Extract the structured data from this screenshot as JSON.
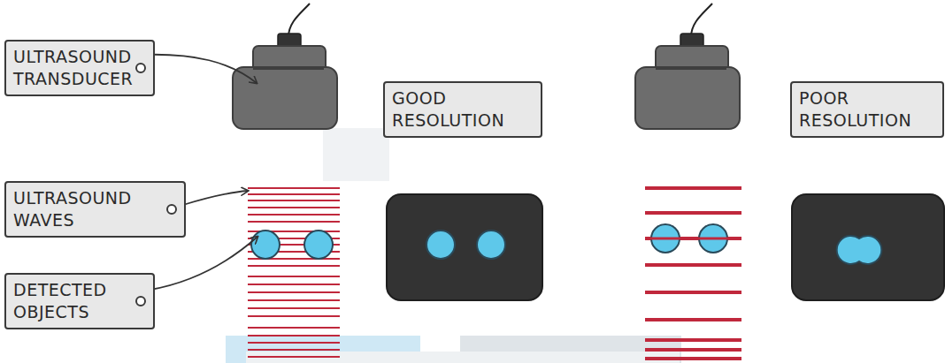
{
  "diagram": {
    "nodes": [
      {
        "text": [
          "ULTRASOUND TRANSDUCER"
        ]
      },
      {
        "text": [
          "GOOD RESOLUTION"
        ]
      },
      {
        "text": [
          "POOR RESOLUTION"
        ]
      },
      {
        "text": [
          "ULTRASOUND WAVES"
        ]
      },
      {
        "text": [
          "DETECTED OBJECTS"
        ]
      }
    ]
  }
}
